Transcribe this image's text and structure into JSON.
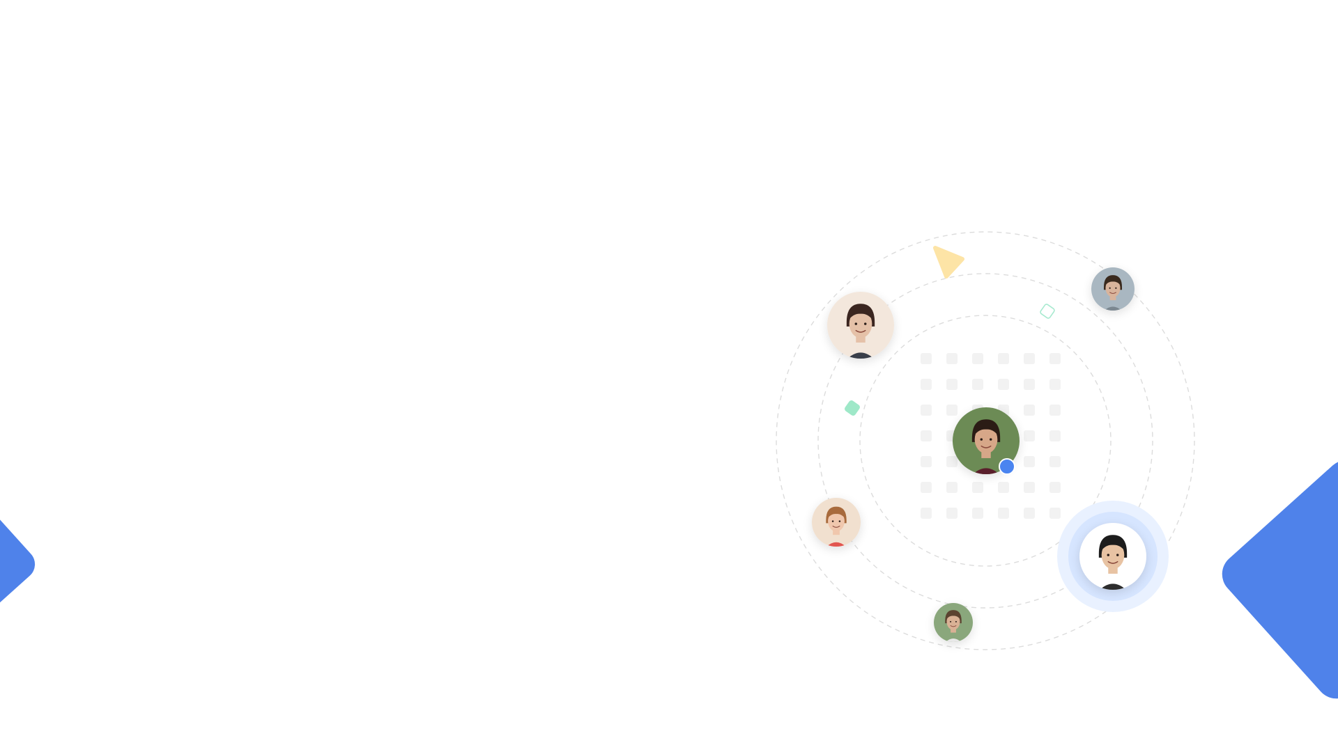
{
  "colors": {
    "background": "#ffffff",
    "brand_blue": "#4f82ea",
    "orbit_line": "#dcdcdc",
    "grid_square": "#f2f2f2",
    "yellow_shape": "#fde4a6",
    "mint_shape": "#9ee8c8",
    "mint_outline": "#a8ead0",
    "halo_outer": "#e9f1ff",
    "halo_inner": "#d6e5ff",
    "status_dot": "#4a84f0"
  },
  "avatars": [
    {
      "name": "avatar-woman-dark-hair",
      "hair": "#3b2620",
      "skin": "#e5c1a8",
      "bg": "#f3e7dc",
      "shirt": "#3a3f4a"
    },
    {
      "name": "avatar-man-top-right",
      "hair": "#3a2a1e",
      "skin": "#d9b49c",
      "bg": "#a9b7c1",
      "shirt": "#7b8790"
    },
    {
      "name": "avatar-center-man",
      "hair": "#2b1c15",
      "skin": "#d7a788",
      "bg": "#6c8b55",
      "shirt": "#5a1f2b"
    },
    {
      "name": "avatar-woman-smiling",
      "hair": "#a86a3c",
      "skin": "#f0c7ad",
      "bg": "#f1e0cf",
      "shirt": "#e2554f"
    },
    {
      "name": "avatar-man-bottom",
      "hair": "#5b4330",
      "skin": "#d9b195",
      "bg": "#8aa77c",
      "shirt": "#e8e8e8"
    },
    {
      "name": "avatar-featured-man",
      "hair": "#1c1c1c",
      "skin": "#e8c3a3",
      "bg": "#ffffff",
      "shirt": "#2d2d2d"
    }
  ]
}
